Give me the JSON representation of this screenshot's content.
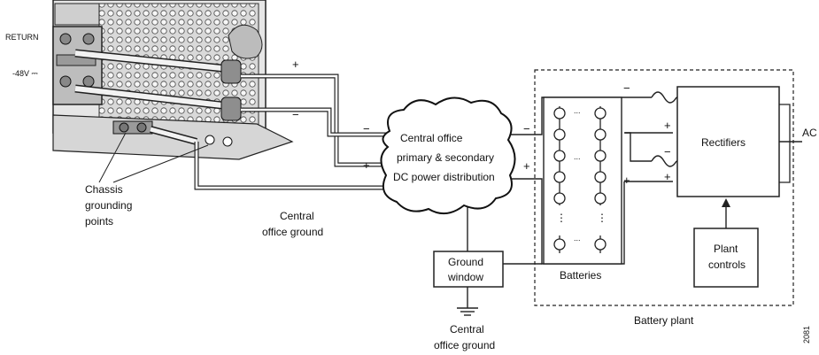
{
  "chassis": {
    "return_label": "RETURN",
    "neg48v_label": "-48V ⎓"
  },
  "labels": {
    "chassis_grounding_line1": "Chassis",
    "chassis_grounding_line2": "grounding",
    "chassis_grounding_line3": "points",
    "central_office_ground_1_line1": "Central",
    "central_office_ground_1_line2": "office ground",
    "central_office_ground_2_line1": "Central",
    "central_office_ground_2_line2": "office ground"
  },
  "distribution": {
    "line1": "Central office",
    "line2": "primary & secondary",
    "line3": "DC power distribution"
  },
  "ground_window": {
    "line1": "Ground",
    "line2": "window"
  },
  "batteries": {
    "label": "Batteries",
    "ellipsis": "...",
    "vdots": "⋮"
  },
  "rectifiers": {
    "label": "Rectifiers",
    "ac_label": "AC"
  },
  "plant_controls": {
    "line1": "Plant",
    "line2": "controls"
  },
  "battery_plant": {
    "label": "Battery plant"
  },
  "figure_id": "2081",
  "signs": {
    "plus": "+",
    "minus": "−"
  }
}
